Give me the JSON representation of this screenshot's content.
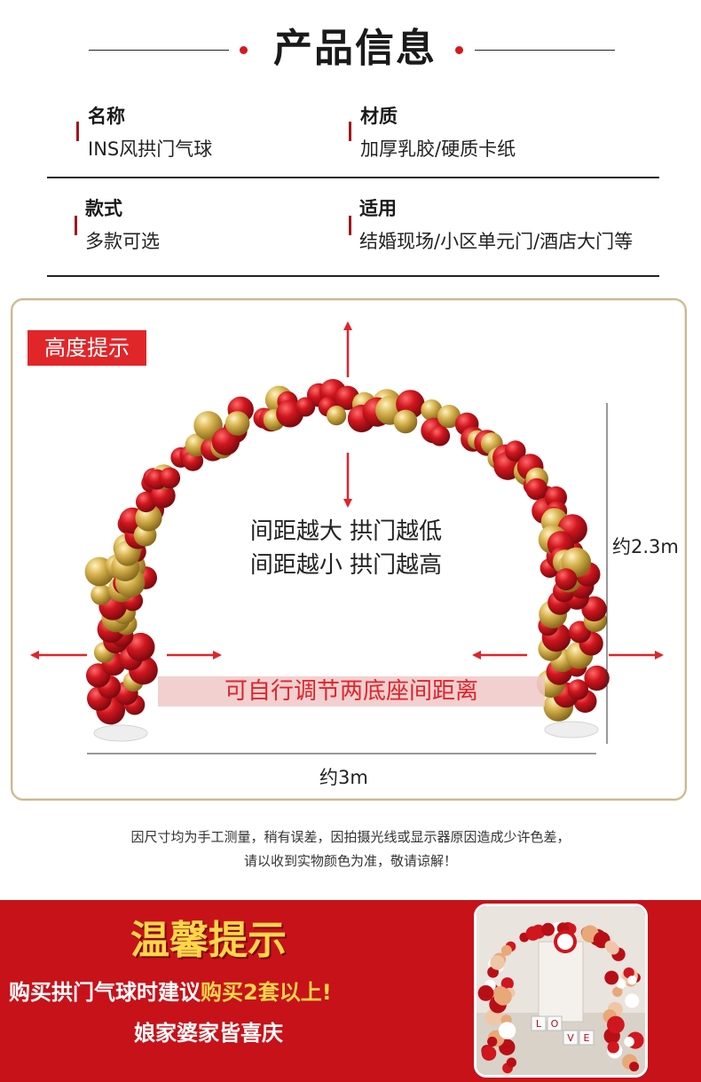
{
  "header": {
    "title": "产品信息"
  },
  "specs": [
    {
      "label": "名称",
      "value": "INS风拱门气球"
    },
    {
      "label": "材质",
      "value": "加厚乳胶/硬质卡纸"
    },
    {
      "label": "款式",
      "value": "多款可选"
    },
    {
      "label": "适用",
      "value": "结婚现场/小区单元门/酒店大门等"
    }
  ],
  "diagram": {
    "tag": "高度提示",
    "note_line1": "间距越大 拱门越低",
    "note_line2": "间距越小 拱门越高",
    "adjust_text": "可自行调节两底座间距离",
    "height_label": "约2.3m",
    "width_label": "约3m"
  },
  "disclaimer": {
    "line1": "因尺寸均为手工测量，稍有误差，因拍摄光线或显示器原因造成少许色差，",
    "line2": "请以收到实物颜色为准，敬请谅解！"
  },
  "banner": {
    "title": "温馨提示",
    "line1_prefix": "购买拱门气球时建议",
    "line1_highlight": "购买2套以上!",
    "line2": "娘家婆家皆喜庆",
    "photo_letters": [
      "L",
      "O",
      "V",
      "E"
    ]
  },
  "colors": {
    "accent_red": "#d6191e",
    "balloon_red": "#c8141c",
    "balloon_gold": "#c9a640",
    "highlight_yellow": "#ffd64a"
  }
}
